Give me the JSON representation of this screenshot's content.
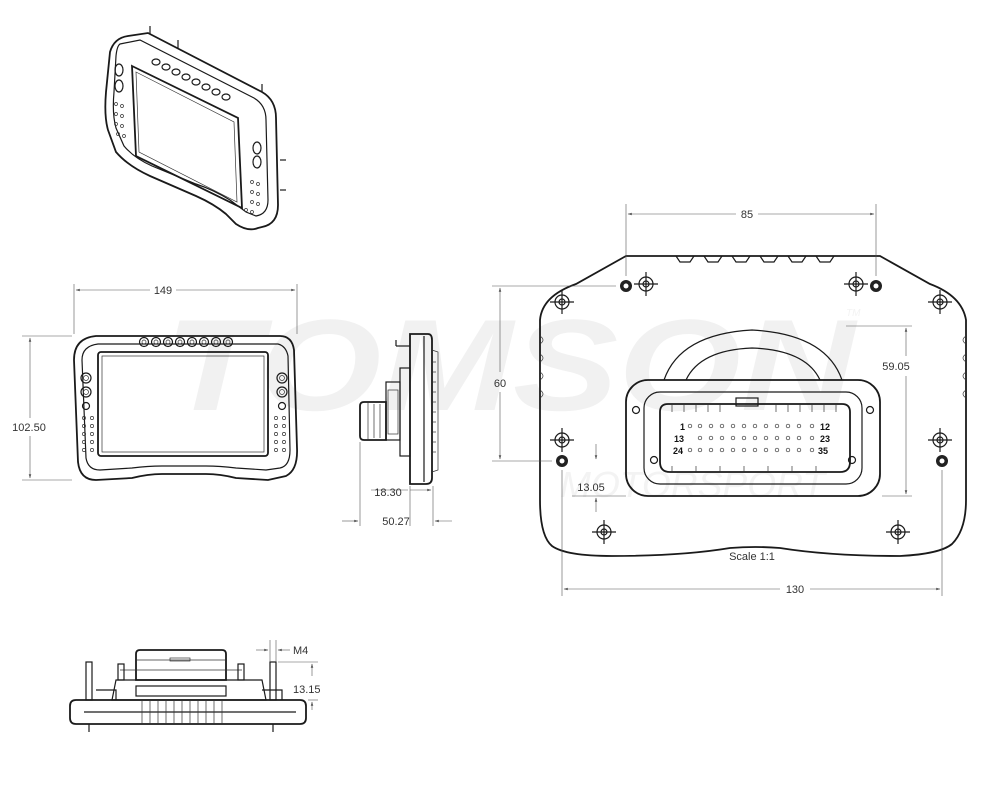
{
  "watermark": {
    "brand": "TOMSON",
    "sub": "MOTORSPORT",
    "tm": "TM"
  },
  "dimensions": {
    "front_width": "149",
    "front_height": "102.50",
    "side_connector_depth": "18.30",
    "side_total_depth": "50.27",
    "rear_hole_spacing_x": "85",
    "rear_hole_spacing_y": "60",
    "rear_connector_height": "59.05",
    "rear_offset": "13.05",
    "rear_width": "130",
    "bottom_thread": "M4",
    "bottom_stud_length": "13.15"
  },
  "connector_pins": {
    "row1_start": "1",
    "row1_end": "12",
    "row2_start": "13",
    "row2_end": "23",
    "row3_start": "24",
    "row3_end": "35"
  },
  "scale_label": "Scale 1:1",
  "colors": {
    "line": "#1a1a1a",
    "dimension": "#555555",
    "watermark": "#f1f1f1"
  }
}
